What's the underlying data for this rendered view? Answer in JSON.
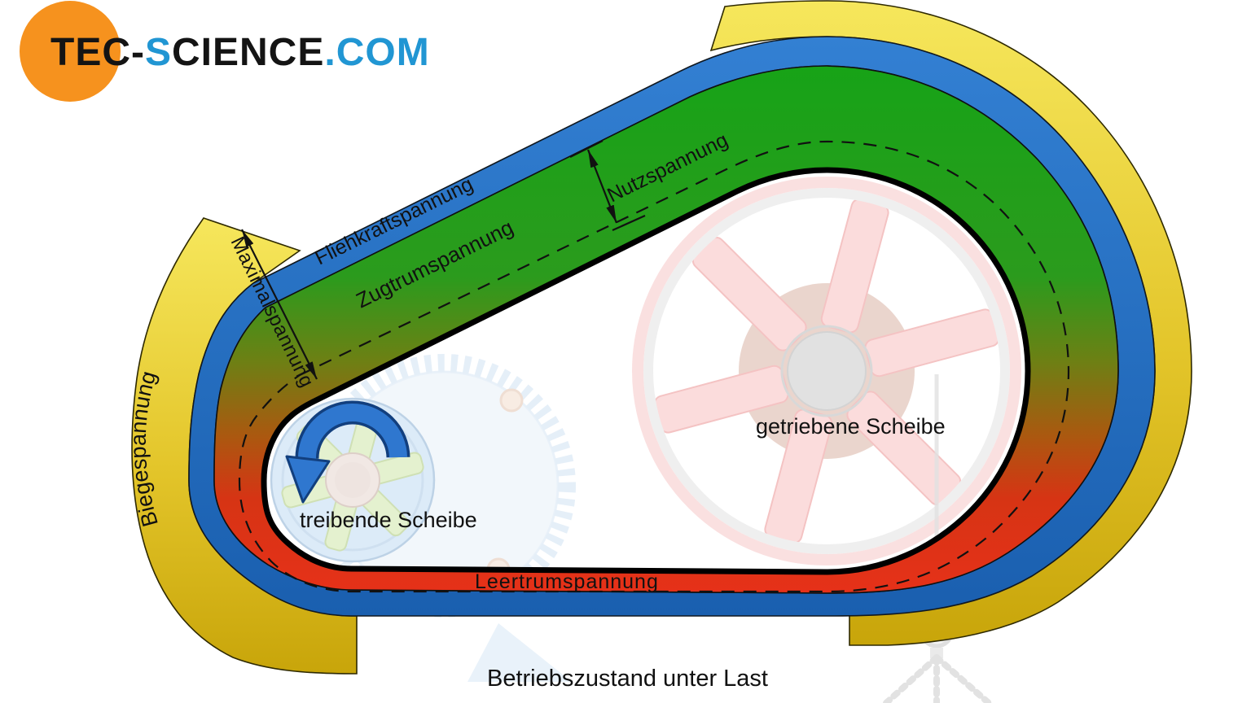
{
  "logo": {
    "part1_black": "TEC-",
    "part2_blue": "S",
    "part3_black": "CIENCE",
    "part4_blue": ".COM"
  },
  "stress_labels": {
    "bending": "Biegespannung",
    "maximum": "Maximalspannung",
    "centrifugal": "Fliehkraftspannung",
    "tight_side": "Zugtrumspannung",
    "useful": "Nutzspannung",
    "slack_side": "Leertrumspannung"
  },
  "pulley_labels": {
    "driving": "treibende Scheibe",
    "driven": "getriebene Scheibe"
  },
  "caption": "Betriebszustand unter Last",
  "colors": {
    "bending_band_yellow": "#E8CF2E",
    "centrifugal_band_blue": "#2373C8",
    "tight_side_green": "#17A317",
    "slack_side_red": "#E63119",
    "belt_outline": "#000000",
    "logo_circle_orange": "#F6921E",
    "logo_accent_blue": "#2196D3"
  }
}
